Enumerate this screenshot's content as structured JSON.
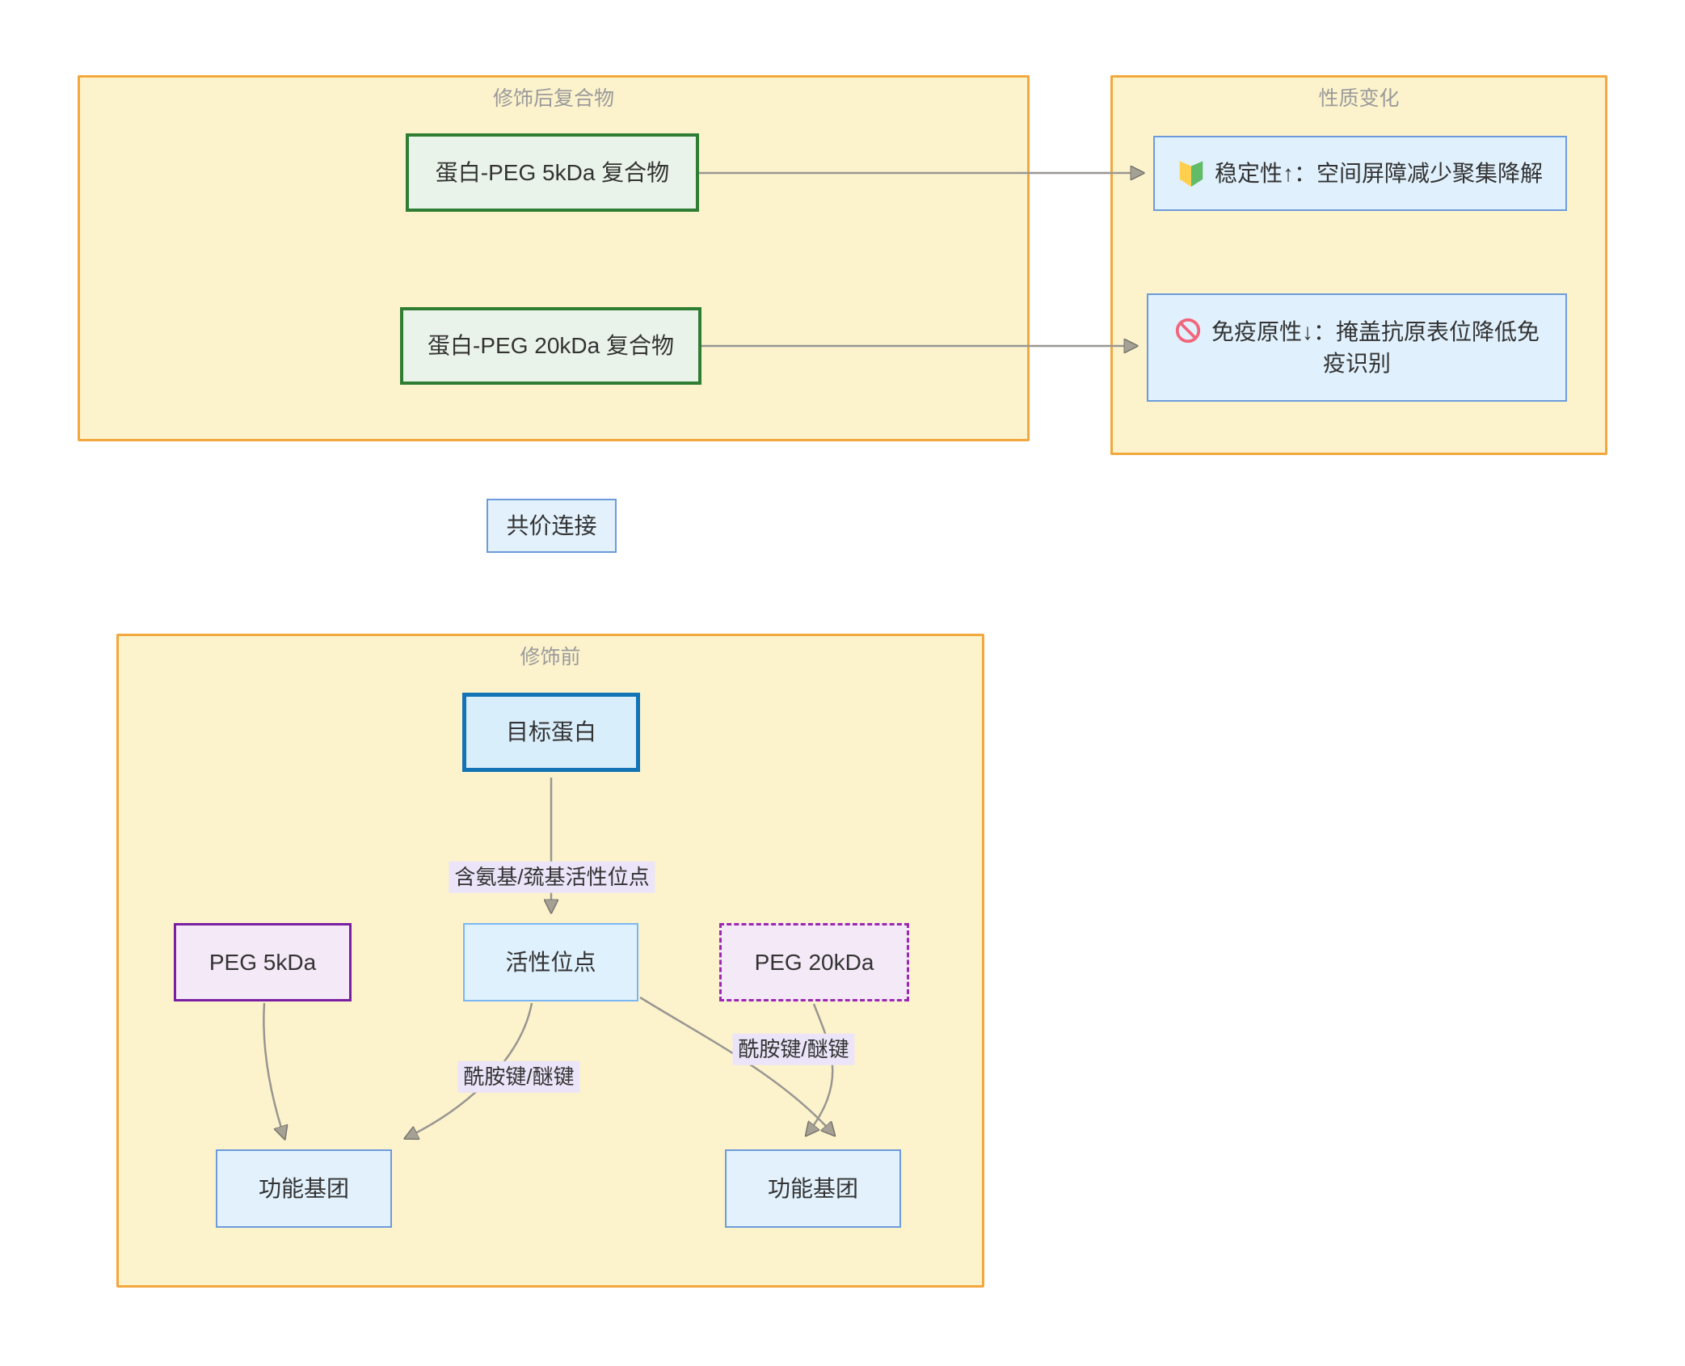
{
  "sections": {
    "after": {
      "title": "修饰后复合物"
    },
    "changes": {
      "title": "性质变化"
    },
    "before": {
      "title": "修饰前"
    }
  },
  "nodes": {
    "complex5": {
      "label": "蛋白-PEG 5kDa 复合物"
    },
    "complex20": {
      "label": "蛋白-PEG 20kDa 复合物"
    },
    "stability": {
      "icon": "beginner-badge",
      "label": "稳定性↑：空间屏障减少聚集降解"
    },
    "immunogenicity": {
      "icon": "prohibited",
      "label": "免疫原性↓：掩盖抗原表位降低免疫识别"
    },
    "covalent": {
      "label": "共价连接"
    },
    "targetProtein": {
      "label": "目标蛋白"
    },
    "activeSite": {
      "label": "活性位点"
    },
    "peg5": {
      "label": "PEG 5kDa"
    },
    "peg20": {
      "label": "PEG 20kDa"
    },
    "fgLeft": {
      "label": "功能基团"
    },
    "fgRight": {
      "label": "功能基团"
    }
  },
  "edgeLabels": {
    "reactive": "含氨基/巯基活性位点",
    "bondLeft": "酰胺键/醚键",
    "bondRight": "酰胺键/醚键"
  },
  "colors": {
    "containerFill": "#FCF3CD",
    "containerBorder": "#F2A83C",
    "containerTitle": "#9A9A9A",
    "greenNodeFill": "#EAF3EA",
    "greenNodeBorder": "#2F7D33",
    "infoNodeFill": "#E0F1FD",
    "infoNodeBorder": "#6C9BDB",
    "proteinFill": "#D9EEFB",
    "proteinBorder": "#1273B5",
    "activeSiteBorder": "#7AB6F5",
    "purpleFill": "#F4E9F7",
    "purpleSolidBorder": "#7B1FA2",
    "purpleDashedBorder": "#9C27B0",
    "edgeLabelBg": "#ECE4F8",
    "arrow": "#999691",
    "stabilityIconYellow": "#FFCF4D",
    "stabilityIconGreen": "#61BB67",
    "prohibitedIconRed": "#F2657A"
  }
}
